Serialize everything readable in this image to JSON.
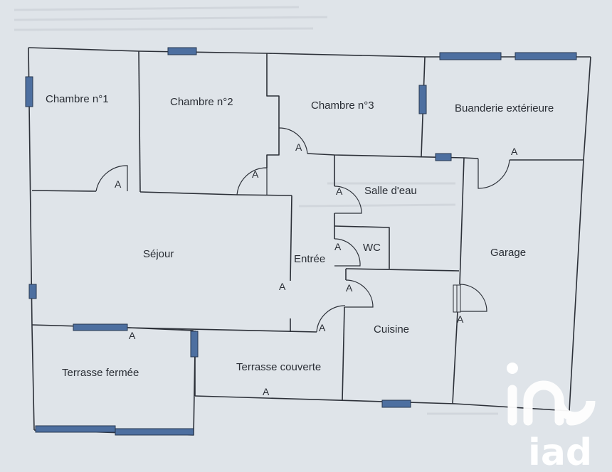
{
  "rooms": {
    "chambre1": "Chambre n°1",
    "chambre2": "Chambre n°2",
    "chambre3": "Chambre n°3",
    "buanderie": "Buanderie extérieure",
    "salle_eau": "Salle d'eau",
    "wc": "WC",
    "sejour": "Séjour",
    "entree": "Entrée",
    "garage": "Garage",
    "cuisine": "Cuisine",
    "terrasse_fermee": "Terrasse fermée",
    "terrasse_couverte": "Terrasse couverte"
  },
  "door_label": "A",
  "logo": {
    "text": "iad"
  },
  "colors": {
    "wall": "#2c3038",
    "window": "#4d6fa0",
    "paper": "#dfe4e9",
    "logo": "#ffffff"
  }
}
